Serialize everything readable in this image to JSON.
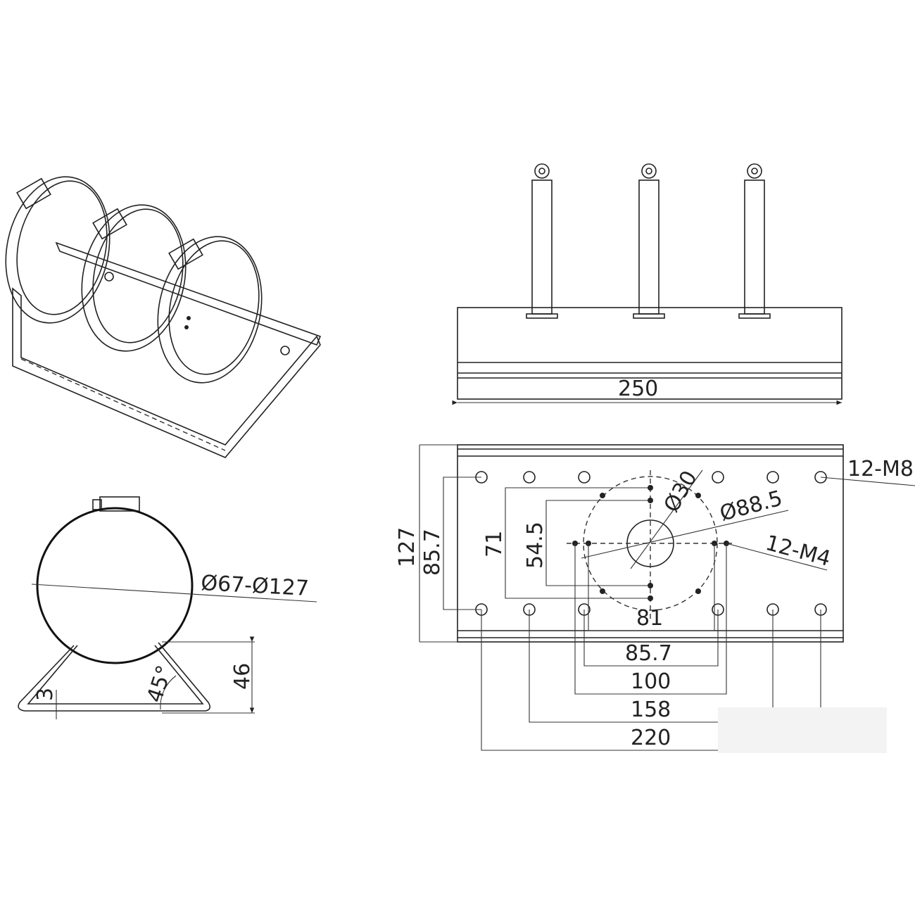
{
  "side_view": {
    "width_label": "250"
  },
  "plan_view": {
    "height_label": "127",
    "hole_rows_label": "85.7",
    "inner_rect_71": "71",
    "inner_rect_54_5": "54.5",
    "center_hole": "Ø30",
    "bolt_circle": "Ø88.5",
    "m4_holes": "12-M4",
    "m8_holes": "12-M8",
    "dim_81": "81",
    "dim_85_7": "85.7",
    "dim_100": "100",
    "dim_158": "158",
    "dim_220": "220"
  },
  "end_view": {
    "clamp_diameter": "Ø67-Ø127",
    "height_label": "46",
    "thickness_label": "3",
    "angle_label": "45°"
  }
}
